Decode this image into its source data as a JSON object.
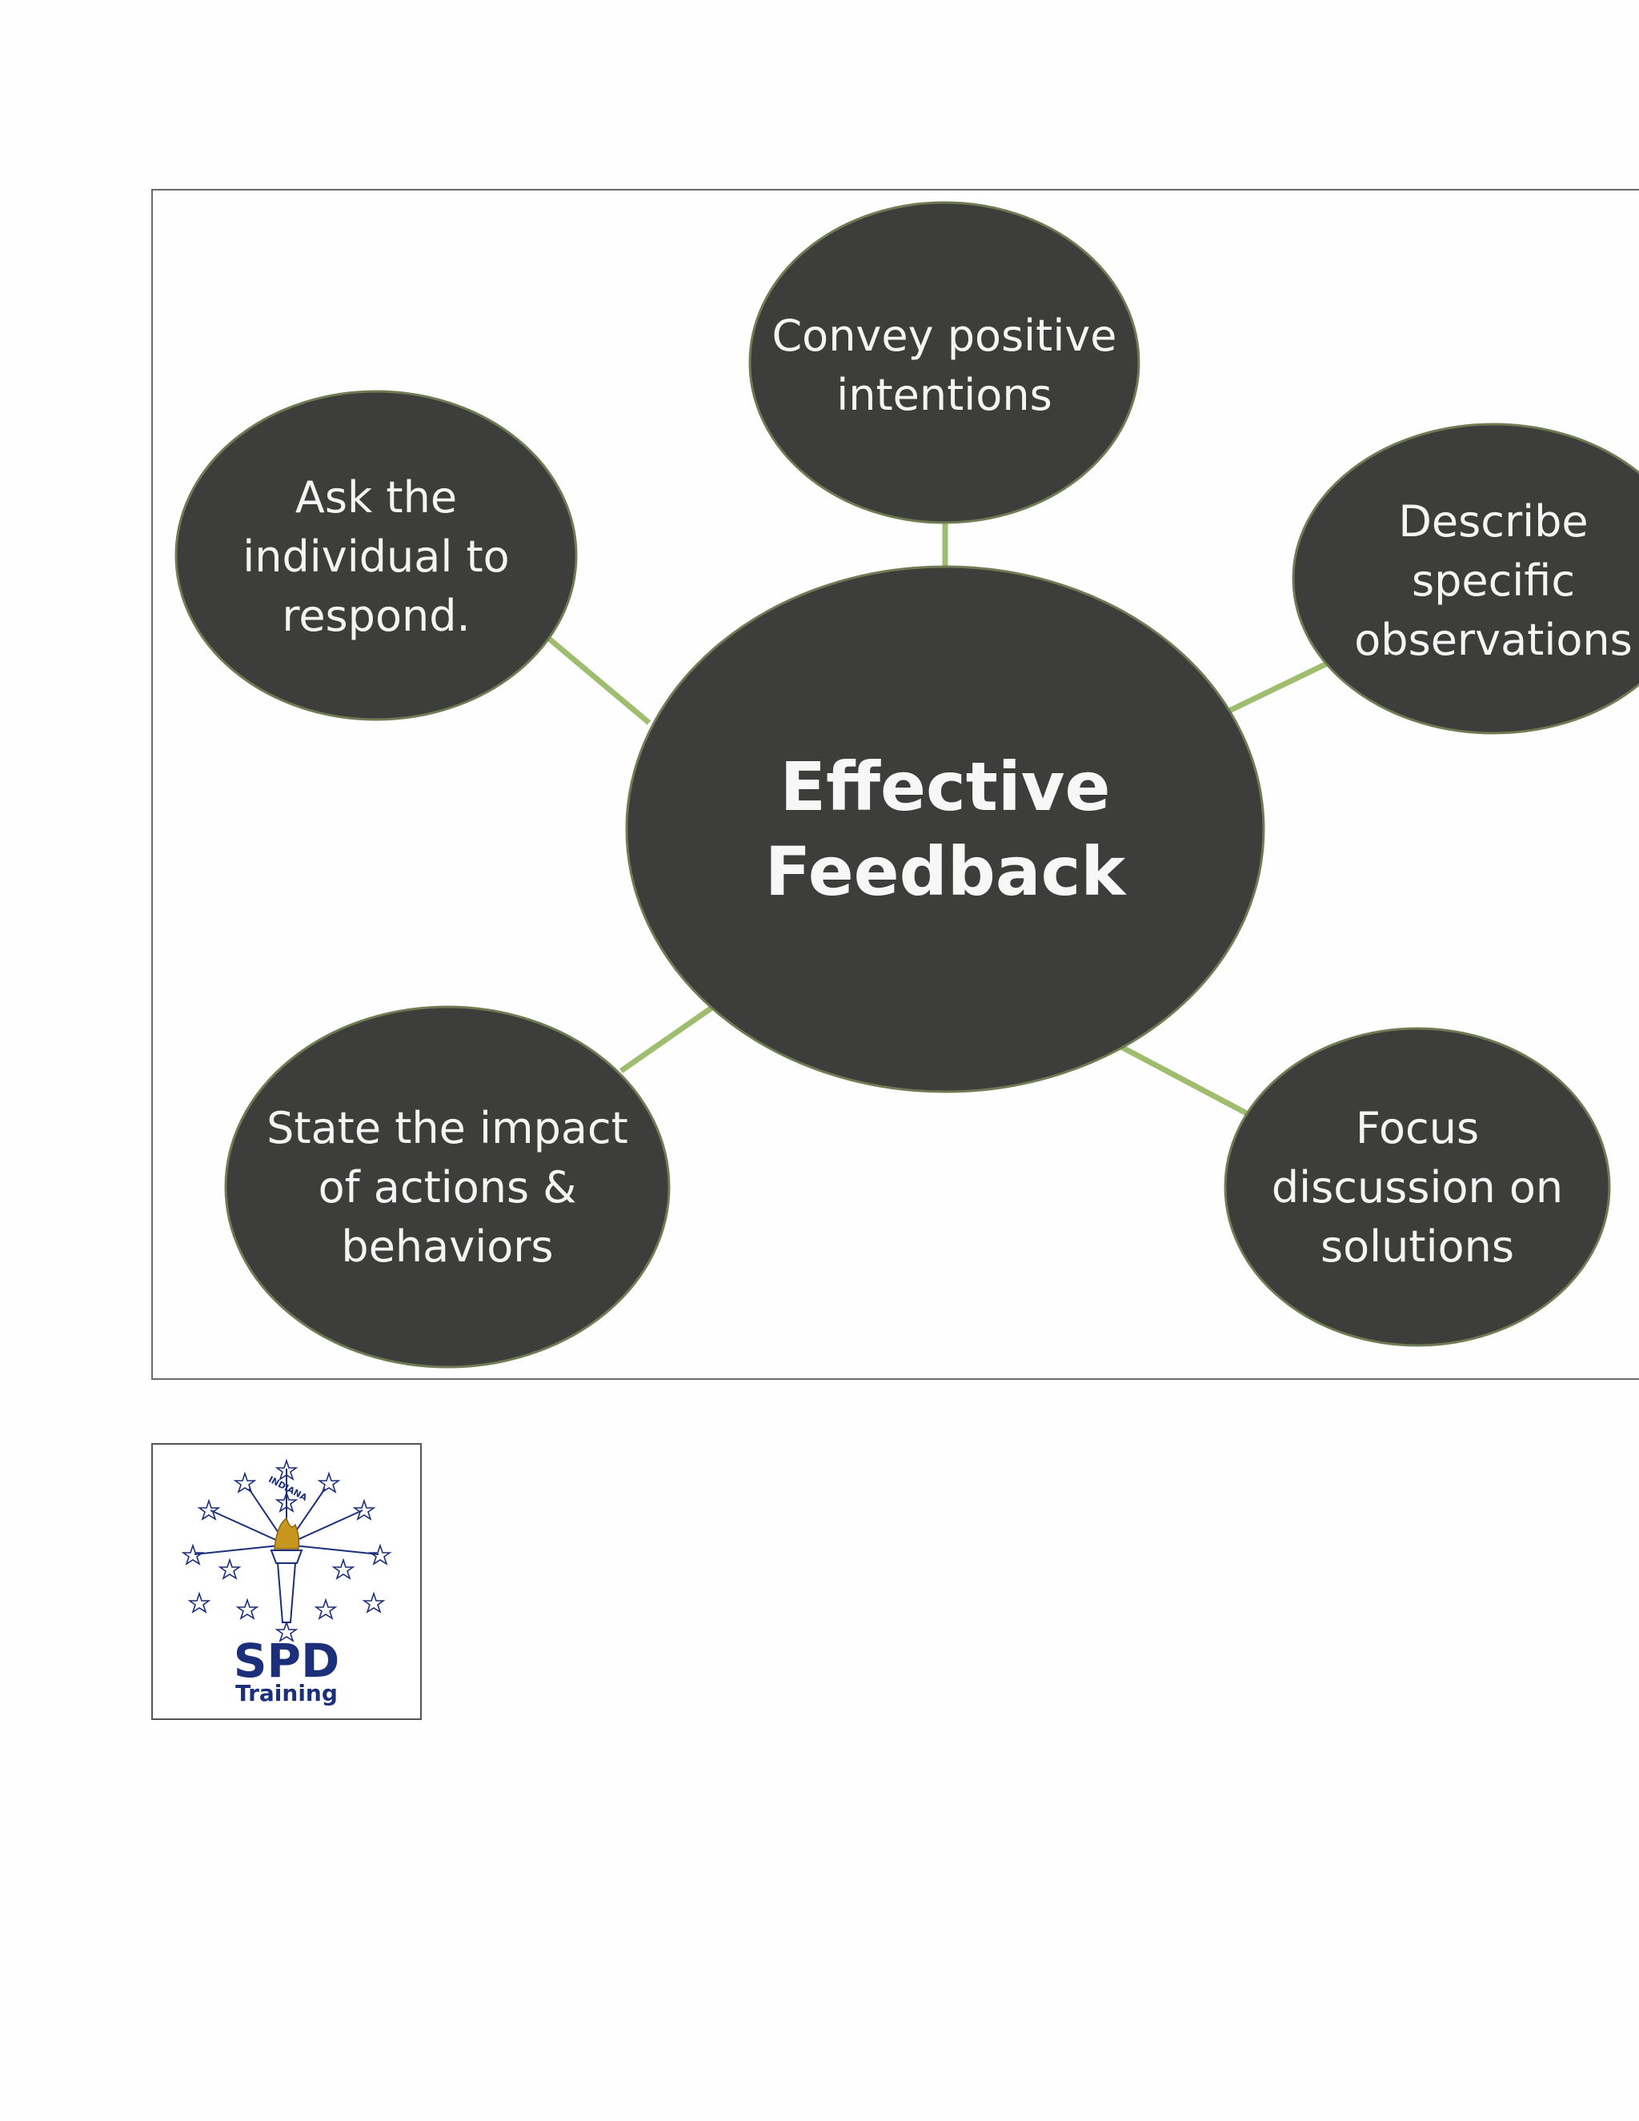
{
  "diagram": {
    "center": {
      "lines": [
        "Effective",
        "Feedback"
      ]
    },
    "nodes": [
      {
        "key": "top",
        "lines": [
          "Convey positive",
          "intentions"
        ]
      },
      {
        "key": "left",
        "lines": [
          "Ask the",
          "individual to",
          "respond."
        ]
      },
      {
        "key": "right",
        "lines": [
          "Describe",
          "specific",
          "observations"
        ]
      },
      {
        "key": "bottom-left",
        "lines": [
          "State the impact",
          "of actions &",
          "behaviors"
        ]
      },
      {
        "key": "bottom-right",
        "lines": [
          "Focus",
          "discussion on",
          "solutions"
        ]
      }
    ],
    "colors": {
      "bubble_fill": "#3d3d3b",
      "connector": "#9fbd6e",
      "text": "#f4f4f4"
    }
  },
  "logo": {
    "spd": "SPD",
    "training": "Training",
    "arc_text": "INDIANA",
    "colors": {
      "navy": "#1b2f7a",
      "flame": "#c8961e"
    }
  }
}
